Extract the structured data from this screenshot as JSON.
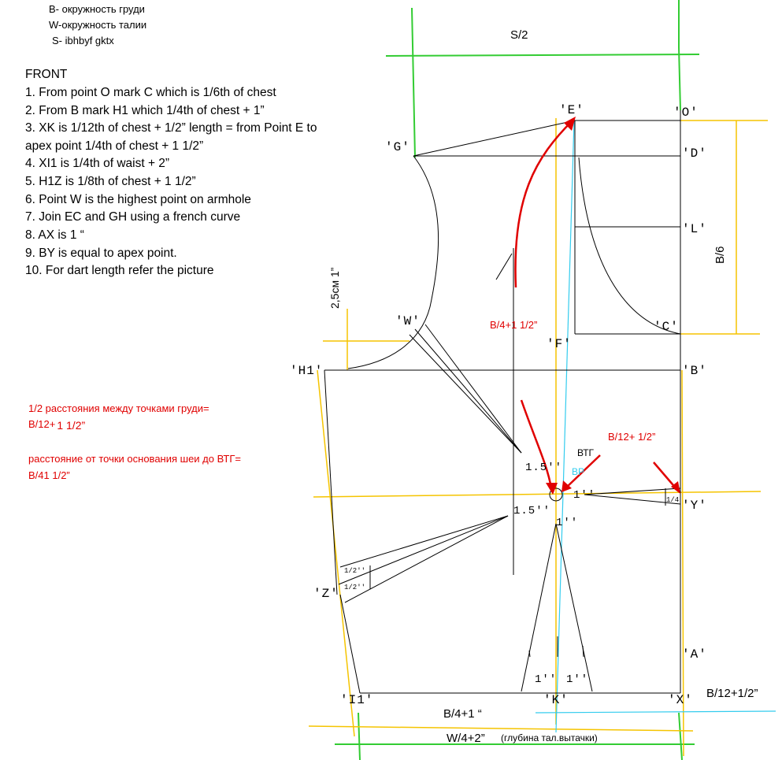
{
  "legend": {
    "b": "B- окружность груди",
    "w": "W-окружность талии",
    "s": "S- ibhbyf gktx"
  },
  "instructions": {
    "heading": "FRONT",
    "steps": [
      "1. From point O mark C which is 1/6th of chest",
      "2. From B mark H1 which 1/4th of chest + 1”",
      "3. XK is 1/12th of chest + 1/2” length = from Point E to",
      "apex point 1/4th of chest + 1 1/2”",
      "4. XI1 is 1/4th of waist + 2”",
      "5. H1Z is 1/8th of chest + 1 1/2”",
      "6. Point W is the highest point on armhole",
      "7. Join EC and GH using a french curve",
      "8. AX is 1 “",
      "9. BY is equal to apex point.",
      "10. For dart length refer the picture"
    ]
  },
  "notes_ru": {
    "half_bust_distance_1": "1/2 расстояния между точками груди=",
    "half_bust_distance_2a": "B/12+",
    "half_bust_distance_2b": "1 1/2”",
    "neck_to_bust_1": "расстояние от точки основания шеи до ВТГ=",
    "neck_to_bust_2": "B/41 1/2”"
  },
  "points": {
    "E": "'E'",
    "O": "'O'",
    "G": "'G'",
    "D": "'D'",
    "L": "'L'",
    "C": "'C'",
    "W": "'W'",
    "F": "'F'",
    "H1": "'H1'",
    "B": "'B'",
    "Y": "'Y'",
    "Z": "'Z'",
    "A": "'A'",
    "I1": "'I1'",
    "K": "'K'",
    "X": "'X'"
  },
  "measures": {
    "s2": "S/2",
    "b6": "B/6",
    "b4_red": "B/4+1 1/2”",
    "b12_red": "B/12+ 1/2”",
    "vtg": "ВТГ",
    "bp": "BP",
    "shoulder": "2,5см 1”",
    "m1_5a": "1.5''",
    "m1_5b": "1.5''",
    "m1a": "1''",
    "m1b": "1''",
    "m1c": "1''",
    "m1d": "1''",
    "quarter": "1/4",
    "half1": "1/2''",
    "half2": "1/2''",
    "b4_1": "B/4+1 “",
    "b12_half": "B/12+1/2”",
    "w4_2": "W/4+2”",
    "waist_dart": "(глубина тал.вытачки)"
  },
  "colors": {
    "green": "#33cc33",
    "yellow": "#f5c400",
    "red": "#e00000",
    "cyan": "#33ccee"
  }
}
